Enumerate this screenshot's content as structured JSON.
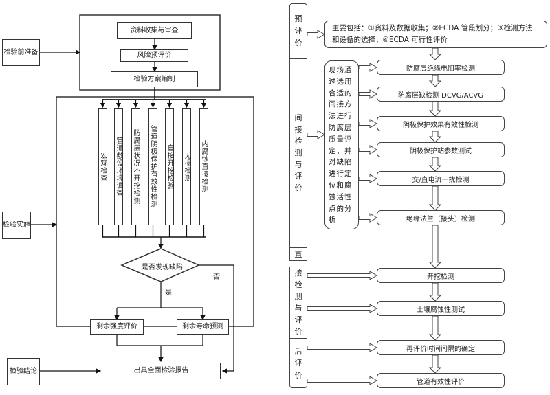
{
  "left_flow": {
    "stages": {
      "prep": "检验前准备",
      "implement": "检验实施",
      "conclusion": "检验结论"
    },
    "prep_steps": [
      "资料收集与审查",
      "风险预评价",
      "检验方案编制"
    ],
    "inspection_items": [
      "宏观检查",
      "管道敷设环境调查",
      "防腐层状况不开挖检测",
      "管道阴极保护有效性检测",
      "直接开挖检验",
      "无损检测",
      "内腐蚀直接检测"
    ],
    "decision": "是否发现缺陷",
    "decision_yes": "是",
    "decision_no": "否",
    "evaluations": [
      "剩余强度评价",
      "剩余寿命预测"
    ],
    "report": "出具全面检验报告"
  },
  "right_flow": {
    "stages": [
      {
        "label": "预评价"
      },
      {
        "label": "间接检测与评价"
      },
      {
        "label_top": "直",
        "label": "接检测与评价"
      },
      {
        "label": "后评价"
      }
    ],
    "pre_assessment_summary": "主要包括：①资料及数据收集；②ECDA 管段划分；③检测方法和设备的选择；④ECDA 可行性评价",
    "indirect_note": "现场通过选用合适的间接方法进行防腐层质量评定，并对缺陷进行定位和腐蚀活性点的分析",
    "indirect_steps": [
      "防腐层绝缘电阻率检测",
      "防腐层缺检测 DCVG/ACVG",
      "阴极保护效果有效性检测",
      "阴极保护站参数测试",
      "交/直电流干扰检测",
      "绝缘法兰（接头）检测"
    ],
    "direct_steps": [
      "开挖检测",
      "土壤腐蚀性测试"
    ],
    "post_steps": [
      "再评价时间间隔的确定",
      "管道有效性评价"
    ]
  }
}
